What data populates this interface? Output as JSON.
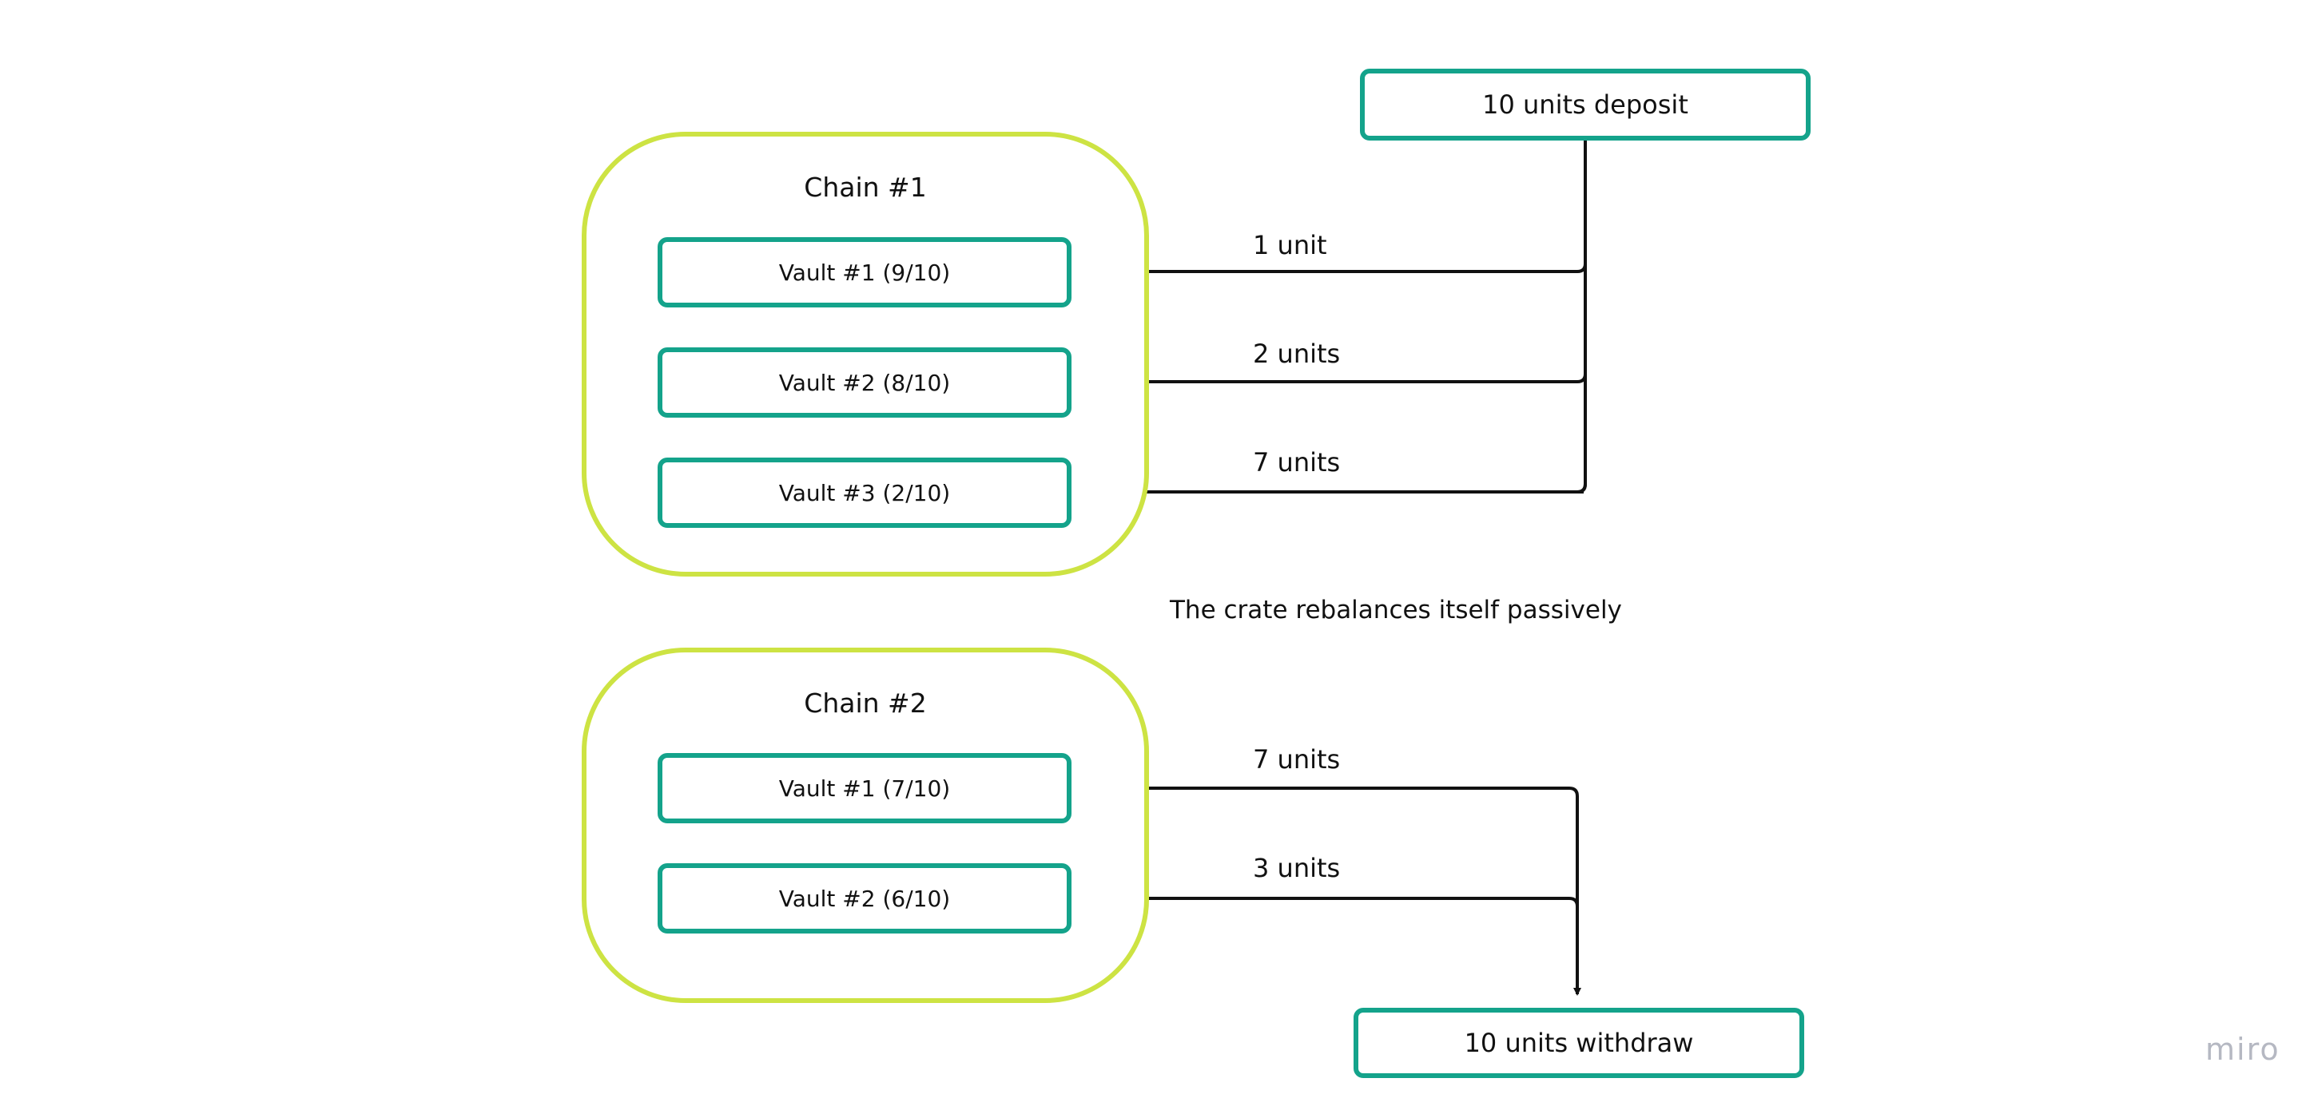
{
  "deposit": {
    "label": "10 units deposit"
  },
  "chain1": {
    "title": "Chain #1",
    "vaults": [
      {
        "label": "Vault #1 (9/10)"
      },
      {
        "label": "Vault #2 (8/10)"
      },
      {
        "label": "Vault #3 (2/10)"
      }
    ],
    "flows": [
      {
        "label": "1 unit"
      },
      {
        "label": "2 units"
      },
      {
        "label": "7 units"
      }
    ]
  },
  "note": "The crate rebalances itself passively",
  "chain2": {
    "title": "Chain #2",
    "vaults": [
      {
        "label": "Vault #1 (7/10)"
      },
      {
        "label": "Vault #2 (6/10)"
      }
    ],
    "flows": [
      {
        "label": "7 units"
      },
      {
        "label": "3 units"
      }
    ]
  },
  "withdraw": {
    "label": "10 units withdraw"
  },
  "watermark": "miro",
  "colors": {
    "chain_border": "#cde343",
    "node_border": "#14a38b",
    "arrow": "#111111",
    "watermark": "#b5b8c2"
  }
}
